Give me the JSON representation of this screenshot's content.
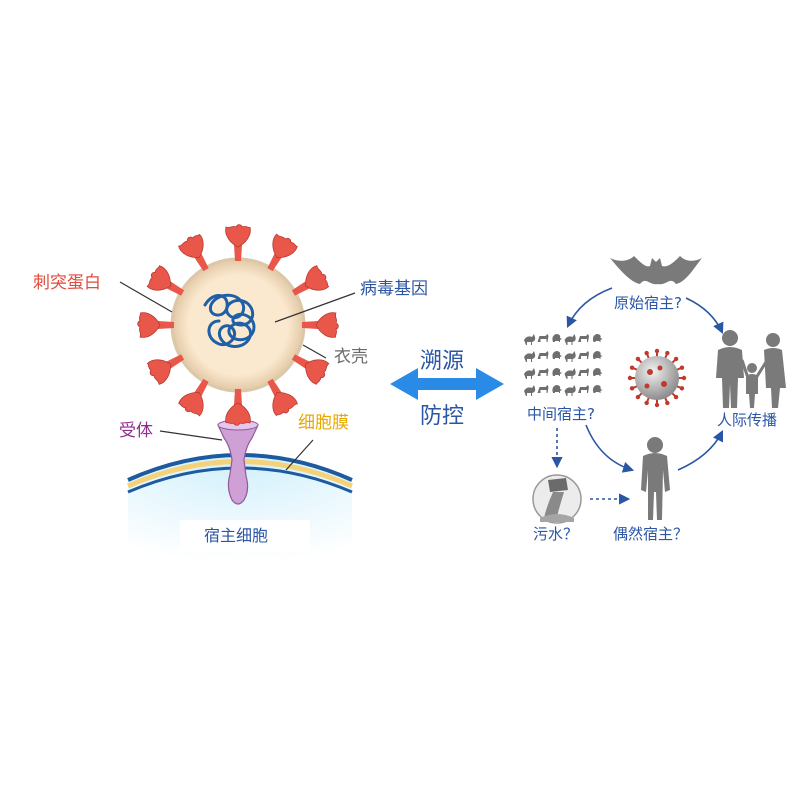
{
  "virus_labels": {
    "spike": "刺突蛋白",
    "genome": "病毒基因",
    "envelope": "衣壳",
    "receptor": "受体",
    "membrane": "细胞膜",
    "host_cell": "宿主细胞"
  },
  "center": {
    "trace": "溯源",
    "control": "防控"
  },
  "transmission": {
    "original_host": "原始宿主?",
    "intermediate_host": "中间宿主?",
    "sewage": "污水？",
    "accidental_host": "偶然宿主？",
    "human_transmission": "人际传播"
  },
  "colors": {
    "spike": "#e9574a",
    "envelope": "#e7cfa8",
    "genome": "#1f5fa8",
    "receptor": "#c28ac8",
    "membrane_blue": "#1e5aa0",
    "membrane_yellow": "#f3d27a",
    "cell": "#d4eefa",
    "arrow": "#2a56a5",
    "center_arrow": "#2a8be6"
  },
  "icons": [
    "bat-icon",
    "animal-grid-icon",
    "coronavirus-icon",
    "family-icon",
    "human-silhouette-icon",
    "sewage-pipe-icon"
  ]
}
